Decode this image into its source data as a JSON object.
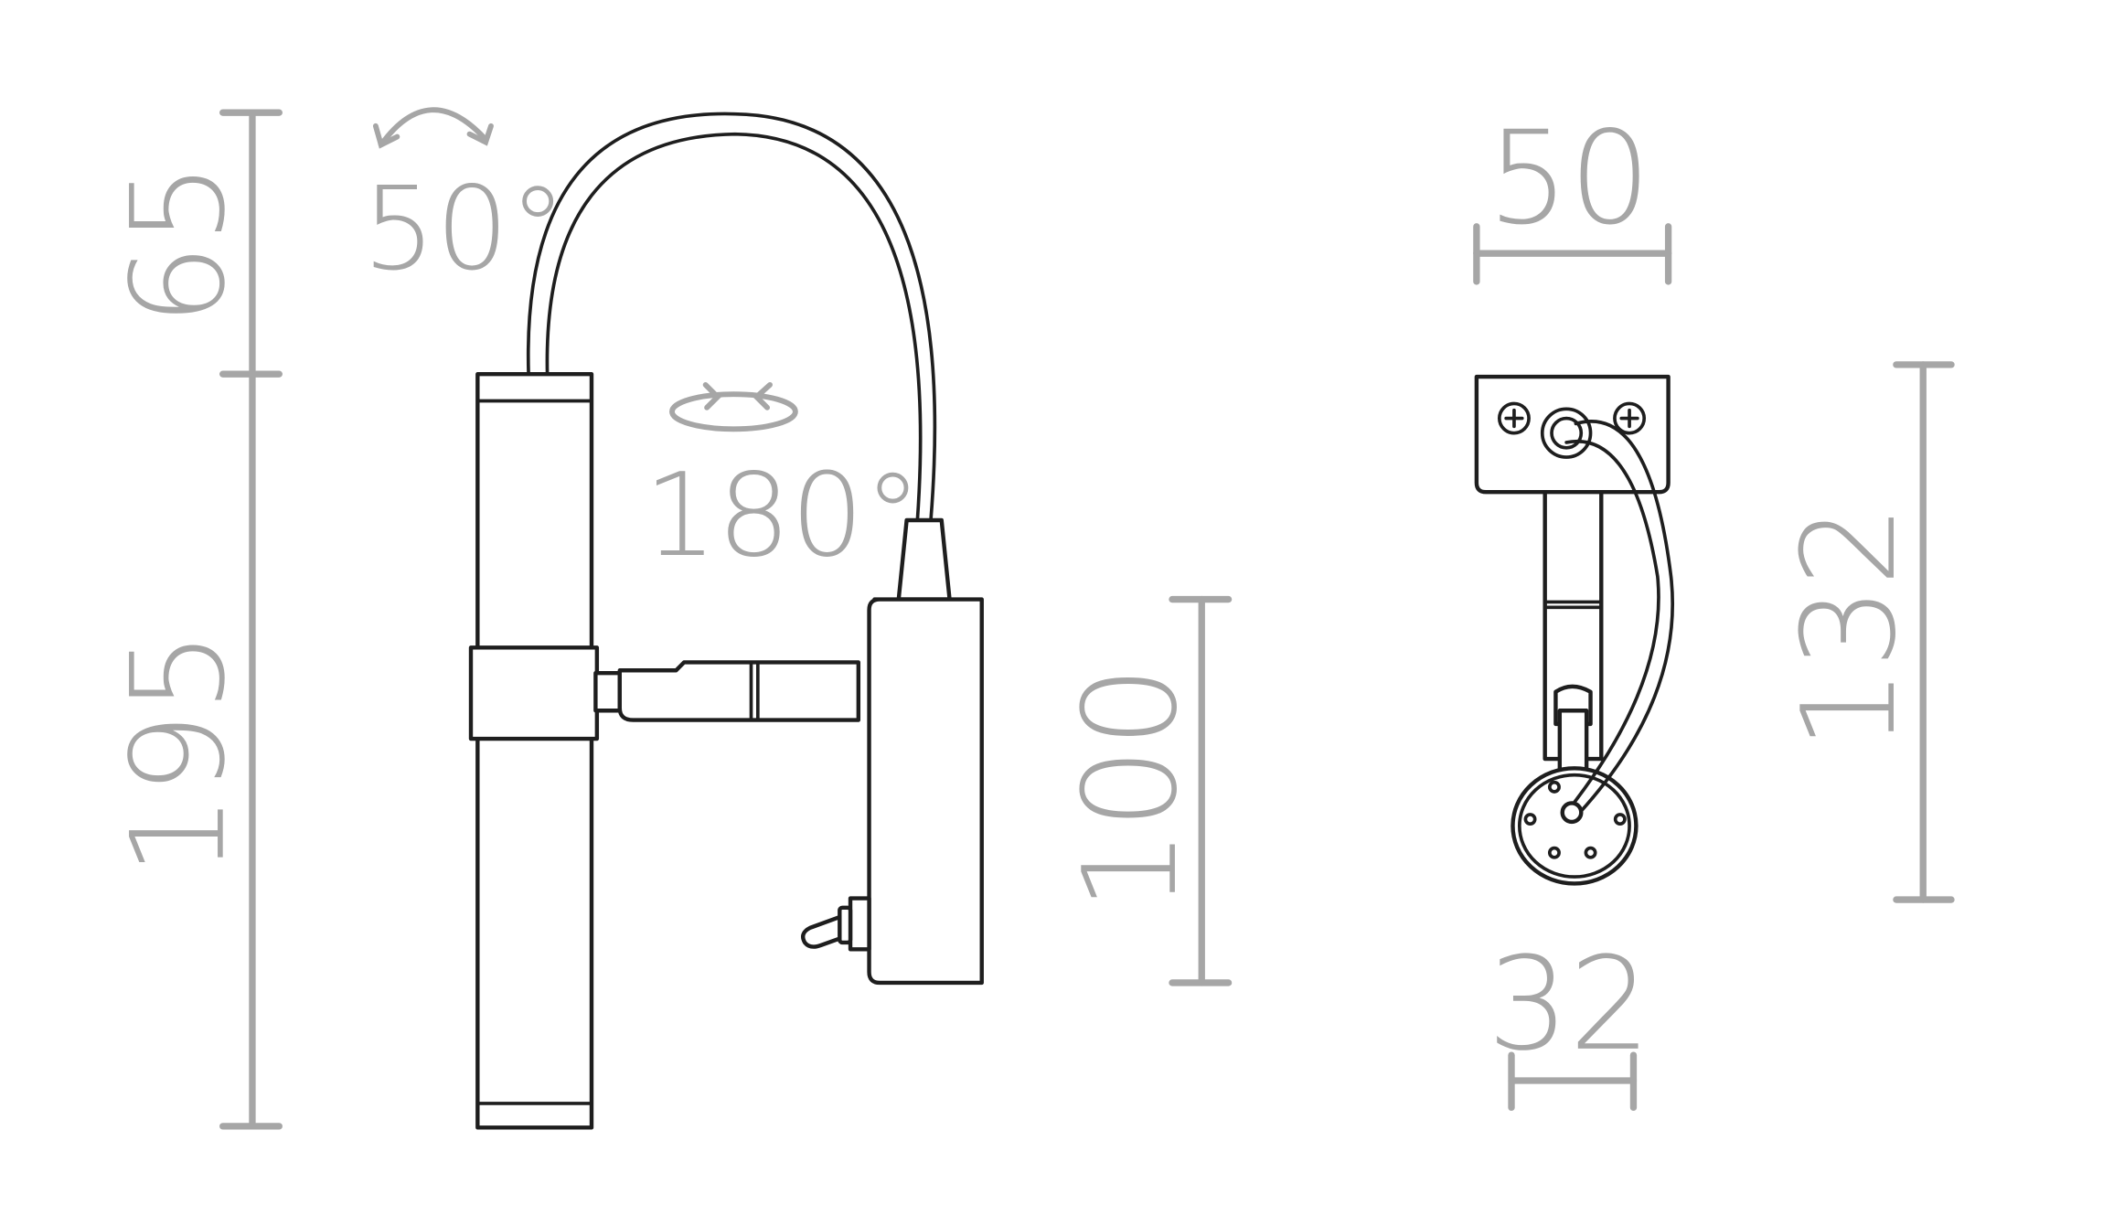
{
  "drawing": {
    "colors": {
      "dimension": "#a6a6a6",
      "outline": "#1e1e1e",
      "background": "#ffffff"
    },
    "side_view": {
      "dimensions": {
        "arm_height": "65",
        "total_height": "195",
        "box_height": "100"
      },
      "annotations": {
        "tilt_angle": "50°",
        "rotation_angle": "180°"
      },
      "icons": [
        "tilt-arrow-icon",
        "rotate-arrow-icon",
        "toggle-switch"
      ]
    },
    "front_view": {
      "dimensions": {
        "plate_width": "50",
        "head_width": "32",
        "total_height": "132"
      }
    }
  }
}
